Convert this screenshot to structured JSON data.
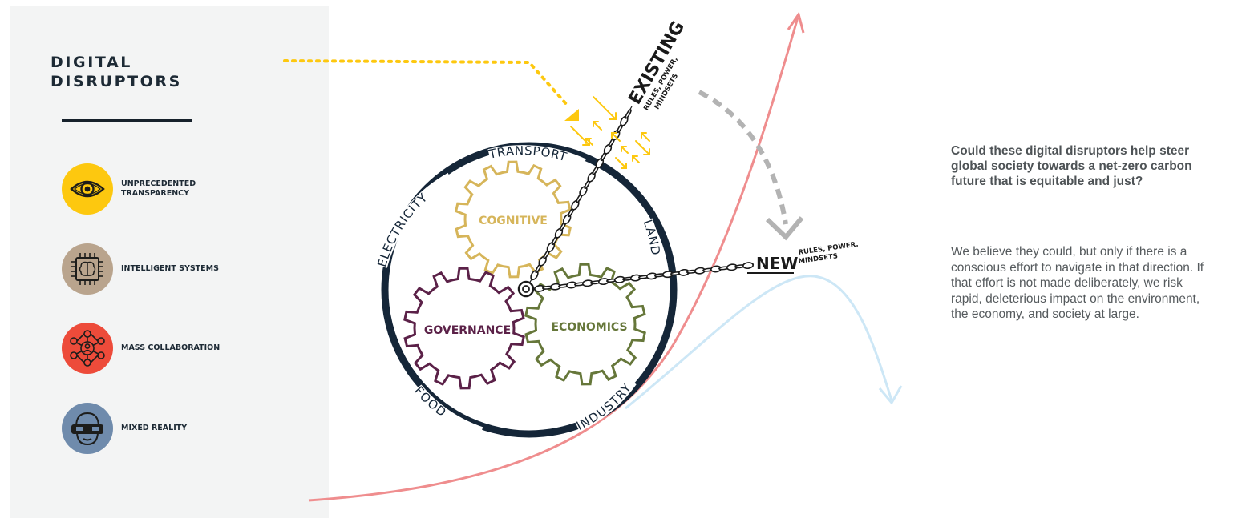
{
  "sidebar": {
    "title_line1": "DIGITAL",
    "title_line2": "DISRUPTORS",
    "disruptors": [
      {
        "label": "UNPRECEDENTED TRANSPARENCY",
        "color": "#fdc80f",
        "icon": "eye-icon"
      },
      {
        "label": "INTELLIGENT SYSTEMS",
        "color": "#b9a48d",
        "icon": "brain-chip-icon"
      },
      {
        "label": "MASS COLLABORATION",
        "color": "#ed4b3a",
        "icon": "network-people-icon"
      },
      {
        "label": "MIXED REALITY",
        "color": "#6f8bac",
        "icon": "vr-headset-icon"
      }
    ]
  },
  "diagram": {
    "ring_labels": {
      "transport": "TRANSPORT",
      "electricity": "ELECTRICITY",
      "land": "LAND",
      "food": "FOOD",
      "industry": "INDUSTRY"
    },
    "gears": {
      "cognitive": "COGNITIVE",
      "governance": "GOVERNANCE",
      "economics": "ECONOMICS"
    },
    "existing": {
      "word": "EXISTING",
      "line1": "RULES, POWER,",
      "line2": "MINDSETS"
    },
    "new": {
      "word": "NEW",
      "line1": "RULES, POWER,",
      "line2": "MINDSETS"
    },
    "colors": {
      "ring": "#152638",
      "cognitive_gear": "#d6b55a",
      "governance_gear": "#5b2148",
      "economics_gear": "#66773a",
      "red_curve": "#ef8d8e",
      "blue_curve": "#cde7f6",
      "yellow": "#fdc80f",
      "grey_arrow": "#b3b3b3"
    }
  },
  "text": {
    "question": "Could these digital disruptors help steer global society towards a net-zero carbon future that is equitable and just?",
    "body": "We believe they could, but only if there is a conscious effort to navigate in that direction. If that effort is not made deliberately, we risk rapid, deleterious impact on the environment, the economy, and society at large."
  }
}
